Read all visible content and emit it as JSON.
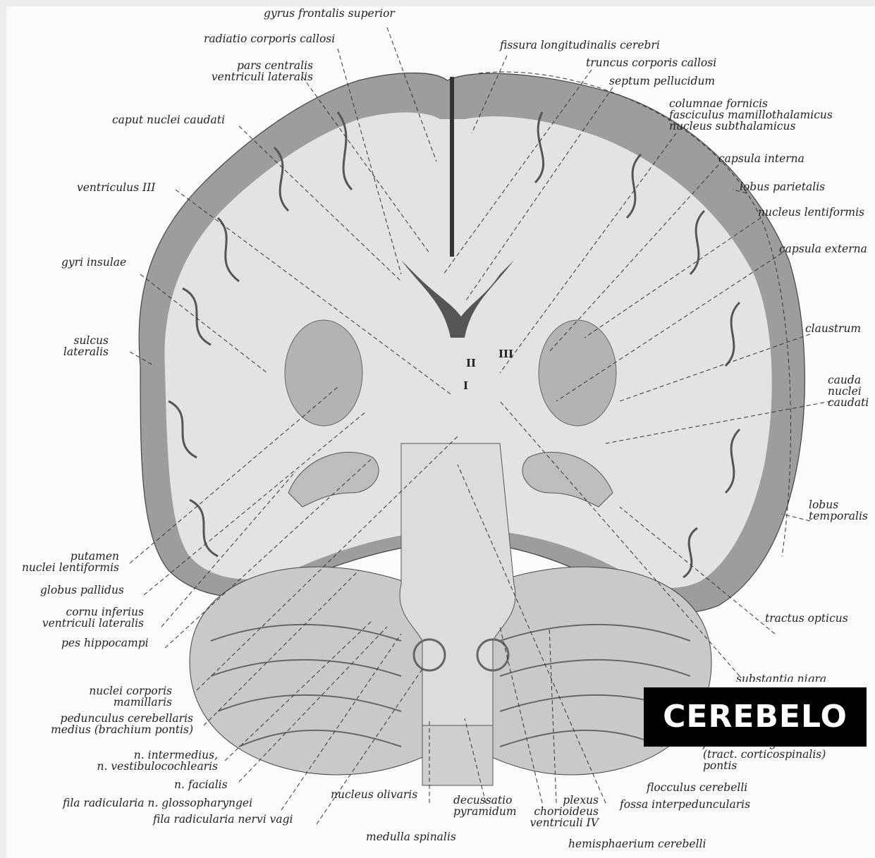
{
  "labels": {
    "gyrus_frontalis_superior": "gyrus frontalis superior",
    "radiatio_corporis_callosi": "radiatio corporis callosi",
    "pars_centralis": "pars centralis\nventriculi lateralis",
    "caput_nuclei_caudati": "caput nuclei caudati",
    "ventriculus_iii": "ventriculus III",
    "gyri_insulae": "gyri insulae",
    "sulcus_lateralis": "sulcus\nlateralis",
    "putamen": "putamen\nnuclei lentiformis",
    "globus_pallidus": "globus pallidus",
    "cornu_inferius": "cornu inferius\nventriculi lateralis",
    "pes_hippocampi": "pes hippocampi",
    "nuclei_corporis_mamillaris": "nuclei corporis\nmamillaris",
    "pedunculus": "pedunculus cerebellaris\nmedius (brachium pontis)",
    "n_intermedius": "n. intermedius,\nn. vestibulocochlearis",
    "n_facialis": "n. facialis",
    "fila_glosso": "fila radicularia n. glossopharyngei",
    "fila_vagi": "fila radicularia nervi vagi",
    "nucleus_olivaris": "nucleus olivaris",
    "decussatio": "decussatio\npyramidum",
    "plexus": "plexus\nchorioideus\nventriculi IV",
    "medulla_spinalis": "medulla spinalis",
    "hemisphaerium": "hemisphaerium cerebelli",
    "fossa": "fossa interpeduncularis",
    "flocculus": "flocculus cerebelli",
    "fasciculi": "fasciculi longitudinales\n(tract. corticospinalis)\npontis",
    "substantia_nigra": "substantia nigra",
    "tractus_opticus": "tractus opticus",
    "lobus_temporalis": "lobus\ntemporalis",
    "cauda_nuclei": "cauda\nnuclei\ncaudati",
    "claustrum": "claustrum",
    "capsula_externa": "capsula externa",
    "nucleus_lentiformis": "nucleus lentiformis",
    "lobus_parietalis": "lobus parietalis",
    "capsula_interna": "capsula interna",
    "fornix_group": "columnae fornicis\nfasciculus mamillothalamicus\nnucleus subthalamicus",
    "septum": "septum pellucidum",
    "truncus": "truncus corporis callosi",
    "fissura": "fissura longitudinalis cerebri"
  },
  "roman": {
    "ii": "II",
    "iii": "III",
    "i": "I"
  },
  "badge": "CEREBELO",
  "colors": {
    "cortex": "#9d9d9d",
    "white_matter": "#e3e3e3",
    "background": "#fbfbfb",
    "badge_bg": "#000000",
    "badge_text": "#ffffff"
  }
}
